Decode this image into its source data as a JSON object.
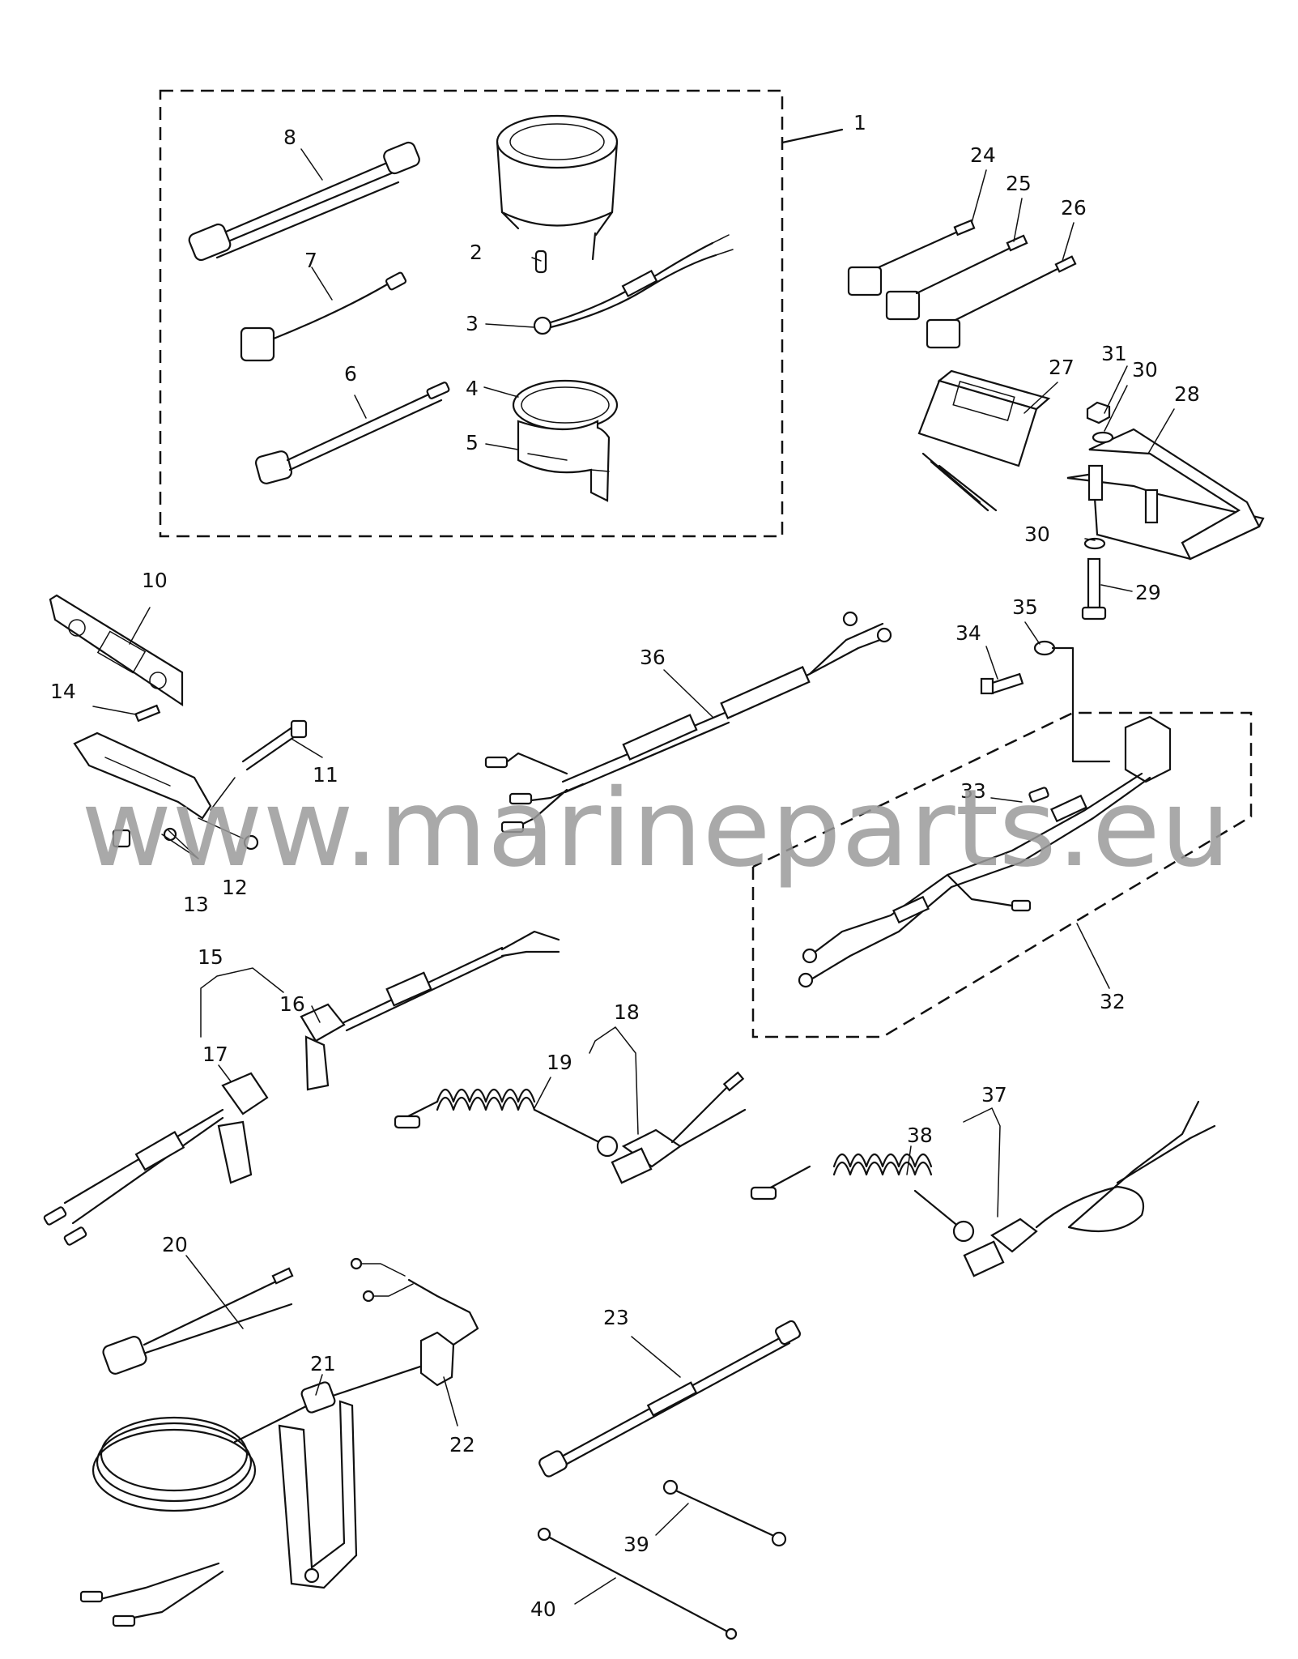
{
  "watermark": "www.marineparts.eu",
  "parts": {
    "p1": "1",
    "p2": "2",
    "p3": "3",
    "p4": "4",
    "p5": "5",
    "p6": "6",
    "p7": "7",
    "p8": "8",
    "p10": "10",
    "p11": "11",
    "p12": "12",
    "p13": "13",
    "p14": "14",
    "p15": "15",
    "p16": "16",
    "p17": "17",
    "p18": "18",
    "p19": "19",
    "p20": "20",
    "p21": "21",
    "p22": "22",
    "p23": "23",
    "p24": "24",
    "p25": "25",
    "p26": "26",
    "p27": "27",
    "p28": "28",
    "p29": "29",
    "p30a": "30",
    "p30b": "30",
    "p31": "31",
    "p32": "32",
    "p33": "33",
    "p34": "34",
    "p35": "35",
    "p36": "36",
    "p37": "37",
    "p38": "38",
    "p39": "39",
    "p40": "40"
  }
}
